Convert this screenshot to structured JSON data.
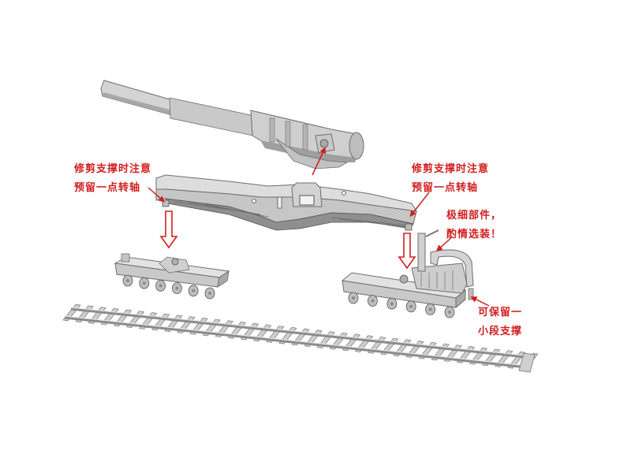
{
  "annotations": {
    "left_pivot": {
      "line1": "修剪支撑时注意",
      "line2": "预留一点转轴"
    },
    "right_pivot": {
      "line1": "修剪支撑时注意",
      "line2": "预留一点转轴"
    },
    "fragile_part": {
      "line1": "极细部件，",
      "line2": "酌情选装！"
    },
    "keep_support": {
      "line1": "可保留一",
      "line2": "小段支撑"
    }
  },
  "colors": {
    "annotation": "#d21e1e",
    "model_fill": "#d6d6d6",
    "model_shadow": "#9a9a9a",
    "model_outline": "#6e6e6e",
    "background": "#ffffff"
  },
  "parts": [
    "gun-barrel",
    "gun-carriage-beam",
    "front-bogie",
    "rear-bogie",
    "rail-track"
  ]
}
